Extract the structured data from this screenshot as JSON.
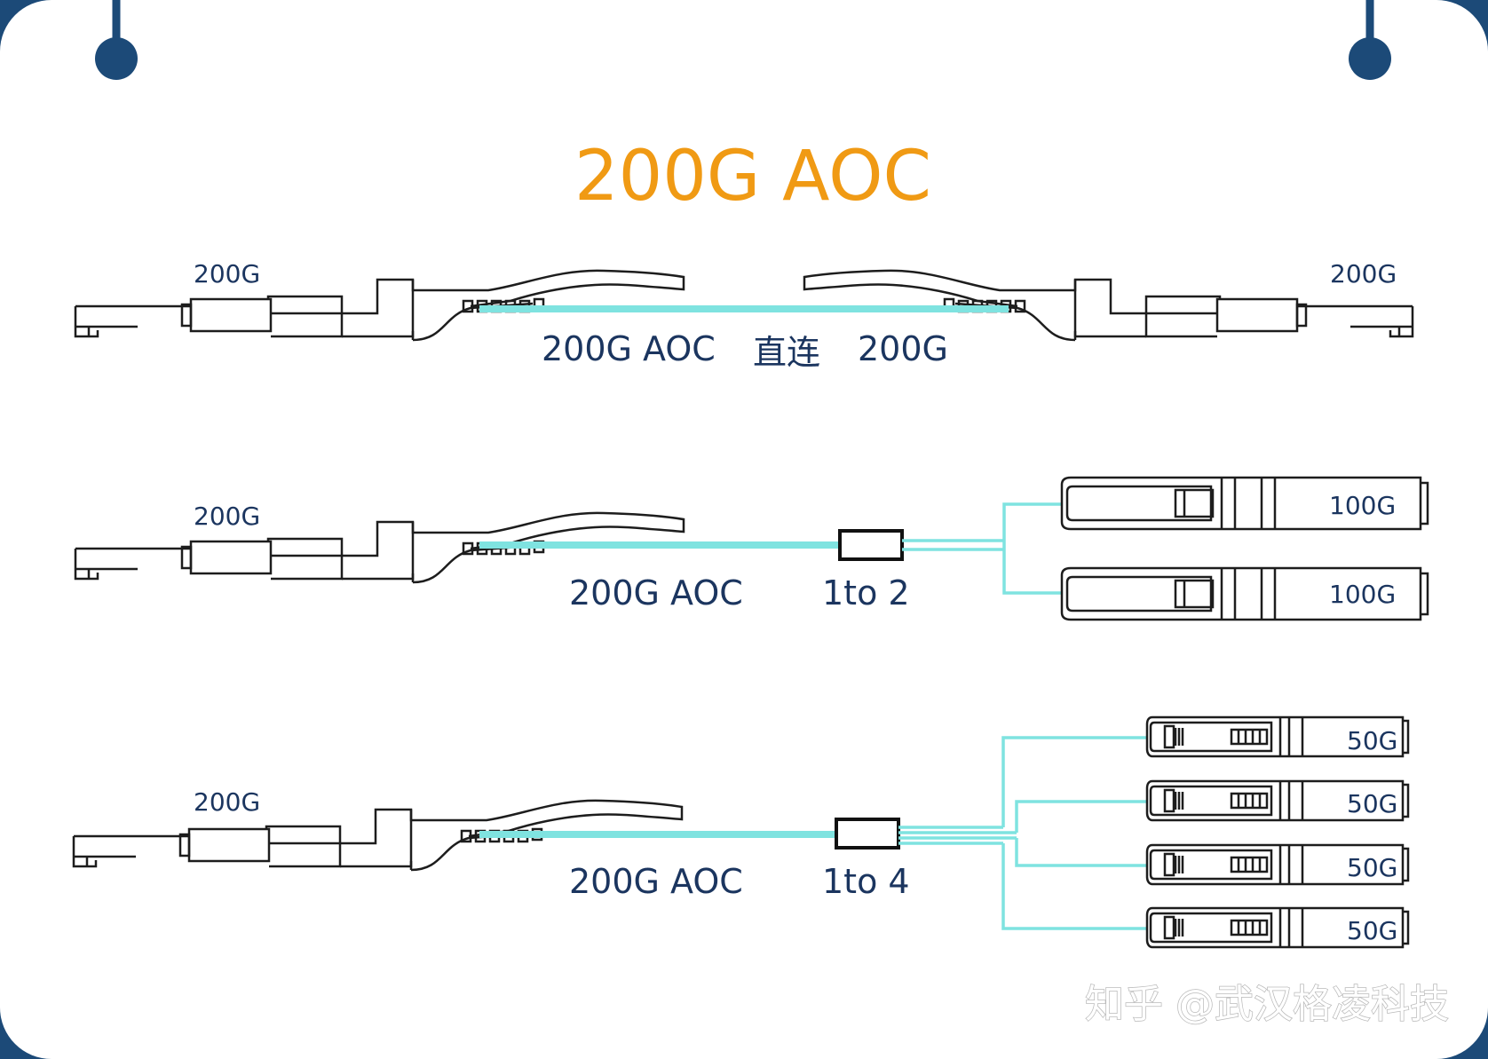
{
  "title": "200G AOC",
  "colors": {
    "accent": "#f09a14",
    "text": "#1b355f",
    "fiber": "#7fe3e0",
    "frame": "#1c4a78"
  },
  "row1": {
    "left_label": "200G",
    "right_label": "200G",
    "caption_a": "200G AOC",
    "caption_b": "直连",
    "caption_c": "200G"
  },
  "row2": {
    "left_label": "200G",
    "caption_a": "200G AOC",
    "caption_b": "1to 2",
    "ends": [
      "100G",
      "100G"
    ]
  },
  "row3": {
    "left_label": "200G",
    "caption_a": "200G AOC",
    "caption_b": "1to 4",
    "ends": [
      "50G",
      "50G",
      "50G",
      "50G"
    ]
  },
  "watermark": "知乎 @武汉格凌科技"
}
